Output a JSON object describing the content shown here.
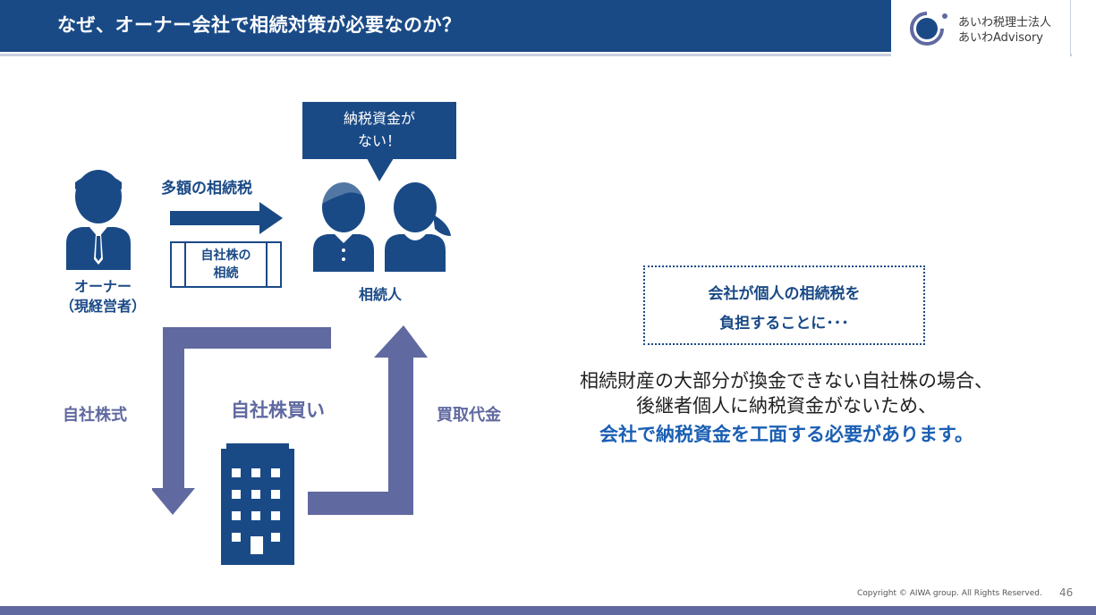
{
  "header": {
    "title": "なぜ、オーナー会社で相続対策が必要なのか？",
    "logo_line1": "あいわ税理士法人",
    "logo_line2": "あいわAdvisory"
  },
  "diagram": {
    "owner_label_1": "オーナー",
    "owner_label_2": "（現経営者）",
    "tax_label": "多額の相続税",
    "shares_label_1": "自社株の",
    "shares_label_2": "相続",
    "bubble_line1": "納税資金が",
    "bubble_line2": "ない！",
    "heirs_label": "相続人",
    "left_flow": "自社株式",
    "center_label": "自社株買い",
    "right_flow": "買取代金"
  },
  "callout": {
    "line1": "会社が個人の相続税を",
    "line2": "負担することに･･･"
  },
  "body": {
    "line1": "相続財産の大部分が換金できない自社株の場合、",
    "line2": "後継者個人に納税資金がないため、",
    "line3": "会社で納税資金を工面する必要があります。"
  },
  "footer": {
    "copyright": "Copyright © AIWA group. All Rights Reserved.",
    "page": "46"
  },
  "colors": {
    "navy": "#1a4a86",
    "purple": "#6069a0",
    "accent_blue": "#1a5fb4"
  }
}
